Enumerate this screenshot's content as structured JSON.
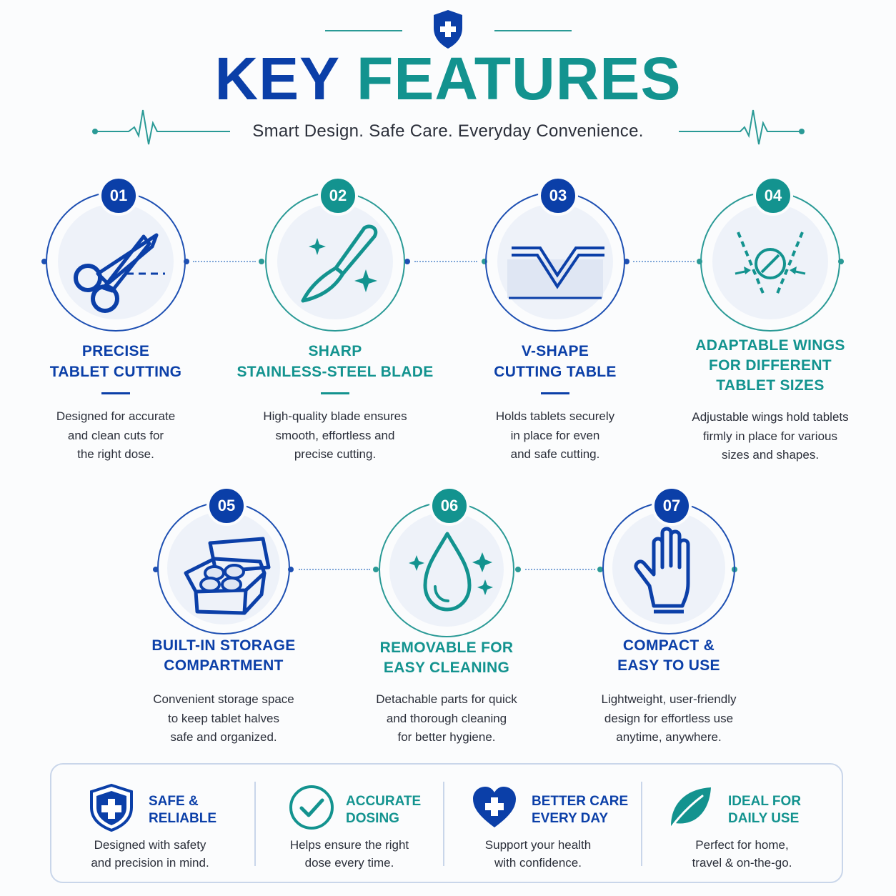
{
  "header": {
    "title_part1": "KEY",
    "title_part2": "FEATURES",
    "subtitle": "Smart Design. Safe Care. Everyday Convenience."
  },
  "colors": {
    "blue": "#0b3fa8",
    "teal": "#13938f",
    "text": "#2b2f3a",
    "icon_bg": "#eef2f9"
  },
  "features": [
    {
      "number": "01",
      "icon": "scissors-icon",
      "title_lines": [
        "PRECISE",
        "TABLET CUTTING"
      ],
      "desc_lines": [
        "Designed for accurate",
        "and clean cuts for",
        "the right dose."
      ]
    },
    {
      "number": "02",
      "icon": "scalpel-blade-icon",
      "title_lines": [
        "SHARP",
        "STAINLESS-STEEL BLADE"
      ],
      "desc_lines": [
        "High-quality blade ensures",
        "smooth, effortless and",
        "precise cutting."
      ]
    },
    {
      "number": "03",
      "icon": "v-shape-table-icon",
      "title_lines": [
        "V-SHAPE",
        "CUTTING TABLE"
      ],
      "desc_lines": [
        "Holds tablets securely",
        "in place for even",
        "and safe cutting."
      ]
    },
    {
      "number": "04",
      "icon": "adaptable-wings-icon",
      "title_lines": [
        "ADAPTABLE WINGS",
        "FOR DIFFERENT",
        "TABLET SIZES"
      ],
      "desc_lines": [
        "Adjustable wings hold tablets",
        "firmly in place for various",
        "sizes and shapes."
      ]
    },
    {
      "number": "05",
      "icon": "storage-box-icon",
      "title_lines": [
        "BUILT-IN STORAGE",
        "COMPARTMENT"
      ],
      "desc_lines": [
        "Convenient storage space",
        "to keep tablet halves",
        "safe and organized."
      ]
    },
    {
      "number": "06",
      "icon": "water-drop-icon",
      "title_lines": [
        "REMOVABLE FOR",
        "EASY CLEANING"
      ],
      "desc_lines": [
        "Detachable parts for quick",
        "and thorough cleaning",
        "for better hygiene."
      ]
    },
    {
      "number": "07",
      "icon": "hand-icon",
      "title_lines": [
        "COMPACT &",
        "EASY TO USE"
      ],
      "desc_lines": [
        "Lightweight, user-friendly",
        "design for effortless use",
        "anytime, anywhere."
      ]
    }
  ],
  "benefits": [
    {
      "icon": "shield-cross-icon",
      "title_lines": [
        "SAFE &",
        "RELIABLE"
      ],
      "desc_lines": [
        "Designed with safety",
        "and precision in mind."
      ]
    },
    {
      "icon": "check-circle-icon",
      "title_lines": [
        "ACCURATE",
        "DOSING"
      ],
      "desc_lines": [
        "Helps ensure the right",
        "dose every time."
      ]
    },
    {
      "icon": "heart-cross-icon",
      "title_lines": [
        "BETTER CARE",
        "EVERY DAY"
      ],
      "desc_lines": [
        "Support your health",
        "with confidence."
      ]
    },
    {
      "icon": "leaf-icon",
      "title_lines": [
        "IDEAL FOR",
        "DAILY USE"
      ],
      "desc_lines": [
        "Perfect for home,",
        "travel & on-the-go."
      ]
    }
  ]
}
